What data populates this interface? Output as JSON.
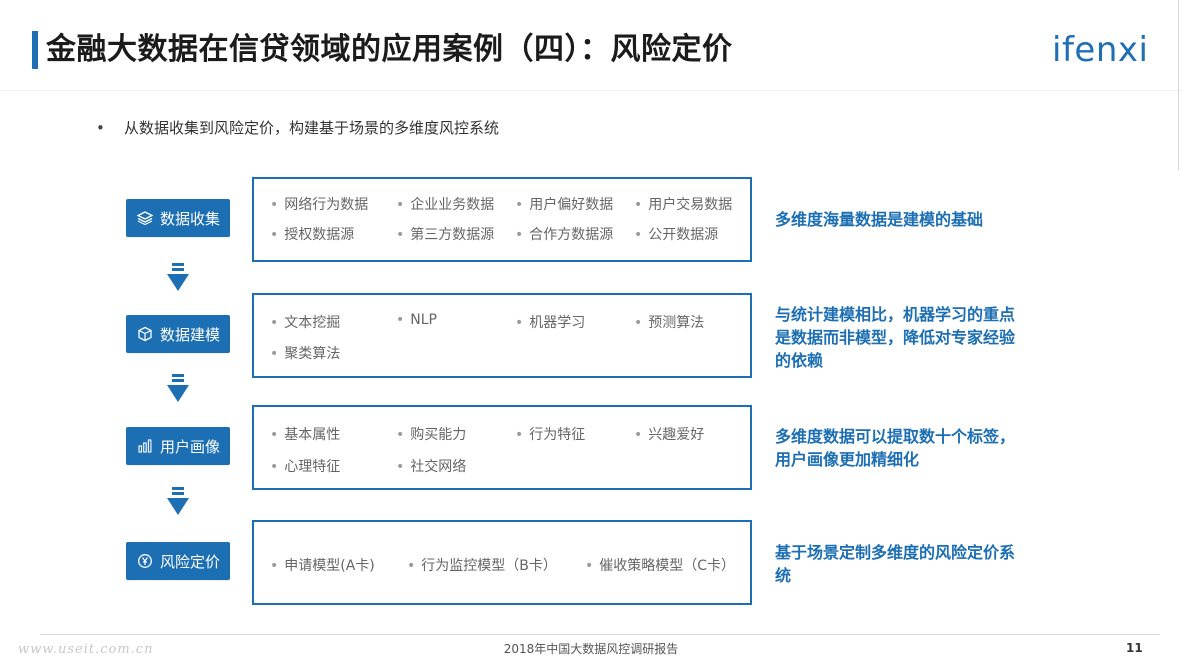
{
  "header": {
    "title": "金融大数据在信贷领域的应用案例（四）：风险定价",
    "logo": "ifenxi"
  },
  "bullet": {
    "marker": "•",
    "text": "从数据收集到风险定价，构建基于场景的多维度风控系统"
  },
  "steps": [
    {
      "label": "数据收集",
      "icon": "layers-icon",
      "items": [
        "网络行为数据",
        "企业业务数据",
        "用户偏好数据",
        "用户交易数据",
        "授权数据源",
        "第三方数据源",
        "合作方数据源",
        "公开数据源"
      ],
      "description": "多维度海量数据是建模的基础"
    },
    {
      "label": "数据建模",
      "icon": "cube-icon",
      "items": [
        "文本挖掘",
        "NLP",
        "机器学习",
        "预测算法",
        "聚类算法"
      ],
      "description": "与统计建模相比，机器学习的重点是数据而非模型，降低对专家经验的依赖"
    },
    {
      "label": "用户画像",
      "icon": "bar-chart-icon",
      "items": [
        "基本属性",
        "购买能力",
        "行为特征",
        "兴趣爱好",
        "心理特征",
        "社交网络"
      ],
      "description": "多维度数据可以提取数十个标签，用户画像更加精细化"
    },
    {
      "label": "风险定价",
      "icon": "yen-badge-icon",
      "items": [
        "申请模型(A卡)",
        "行为监控模型（B卡）",
        "催收策略模型（C卡）"
      ],
      "description": "基于场景定制多维度的风险定价系统"
    }
  ],
  "footer": {
    "text": "2018年中国大数据风控调研报告",
    "page_number": "11",
    "watermark": "www.useit.com.cn"
  },
  "colors": {
    "accent": "#1d6fb3",
    "item_text": "#666666"
  }
}
